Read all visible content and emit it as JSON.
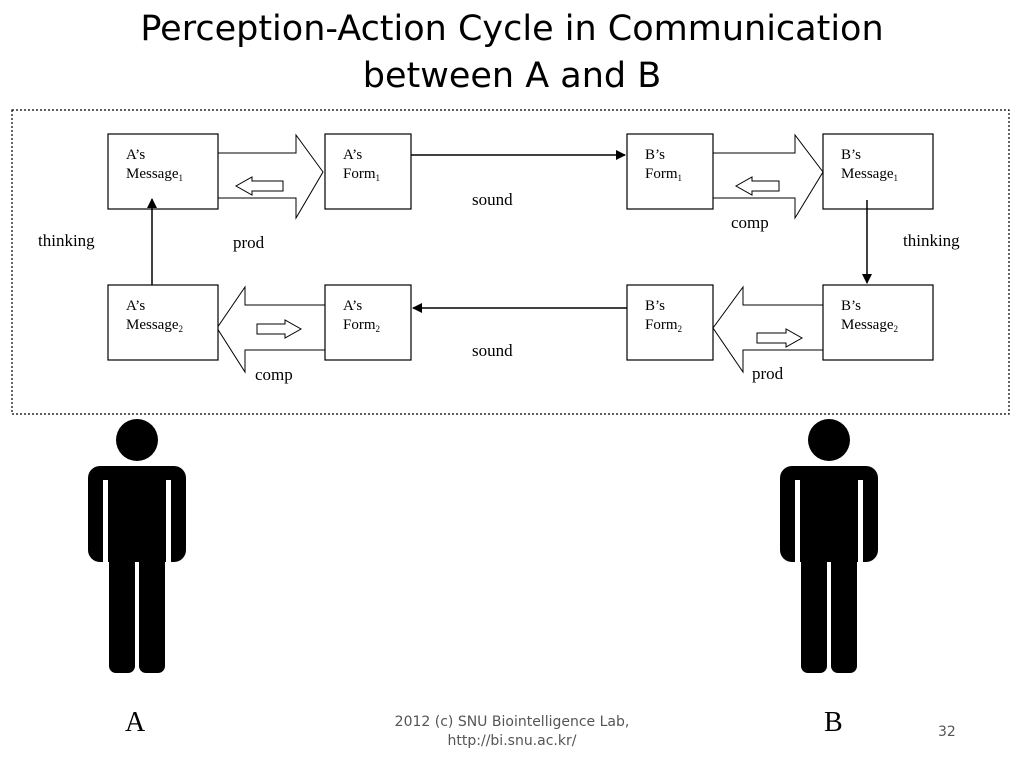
{
  "slide": {
    "title_line1": "Perception-Action Cycle in Communication",
    "title_line2": "between A and B",
    "footer_line1": "2012 (c) SNU Biointelligence Lab,",
    "footer_line2": "http://bi.snu.ac.kr/",
    "page_number": "32"
  },
  "diagram": {
    "boxes": {
      "a_message1": {
        "line1": "A’s",
        "line2": "Message",
        "sub": "1"
      },
      "a_form1": {
        "line1": "A’s",
        "line2": "Form",
        "sub": "1"
      },
      "b_form1": {
        "line1": "B’s",
        "line2": "Form",
        "sub": "1"
      },
      "b_message1": {
        "line1": "B’s",
        "line2": "Message",
        "sub": "1"
      },
      "a_message2": {
        "line1": "A’s",
        "line2": "Message",
        "sub": "2"
      },
      "a_form2": {
        "line1": "A’s",
        "line2": "Form",
        "sub": "2"
      },
      "b_form2": {
        "line1": "B’s",
        "line2": "Form",
        "sub": "2"
      },
      "b_message2": {
        "line1": "B’s",
        "line2": "Message",
        "sub": "2"
      }
    },
    "labels": {
      "sound_top": "sound",
      "sound_bottom": "sound",
      "prod_a": "prod",
      "comp_b": "comp",
      "comp_a": "comp",
      "prod_b": "prod",
      "thinking_a": "thinking",
      "thinking_b": "thinking"
    }
  },
  "people": {
    "a_label": "A",
    "b_label": "B"
  }
}
